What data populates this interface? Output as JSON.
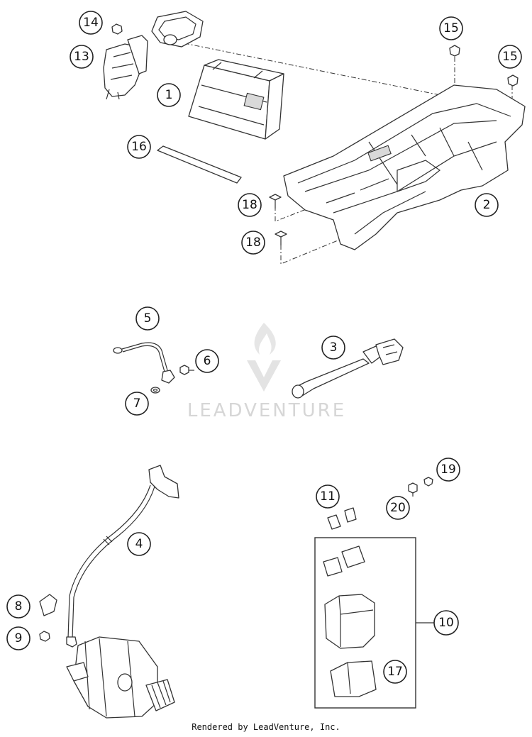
{
  "callouts": {
    "c1": "1",
    "c2": "2",
    "c3": "3",
    "c4": "4",
    "c5": "5",
    "c6": "6",
    "c7": "7",
    "c8": "8",
    "c9": "9",
    "c10": "10",
    "c11": "11",
    "c13": "13",
    "c14": "14",
    "c15a": "15",
    "c15b": "15",
    "c16": "16",
    "c17": "17",
    "c18a": "18",
    "c18b": "18",
    "c19": "19",
    "c20": "20"
  },
  "watermark": {
    "text": "LEADVENTURE"
  },
  "footer": {
    "text": "Rendered by LeadVenture, Inc."
  },
  "colors": {
    "line": "#333333",
    "watermark": "#d6d6d6",
    "background": "#ffffff"
  }
}
